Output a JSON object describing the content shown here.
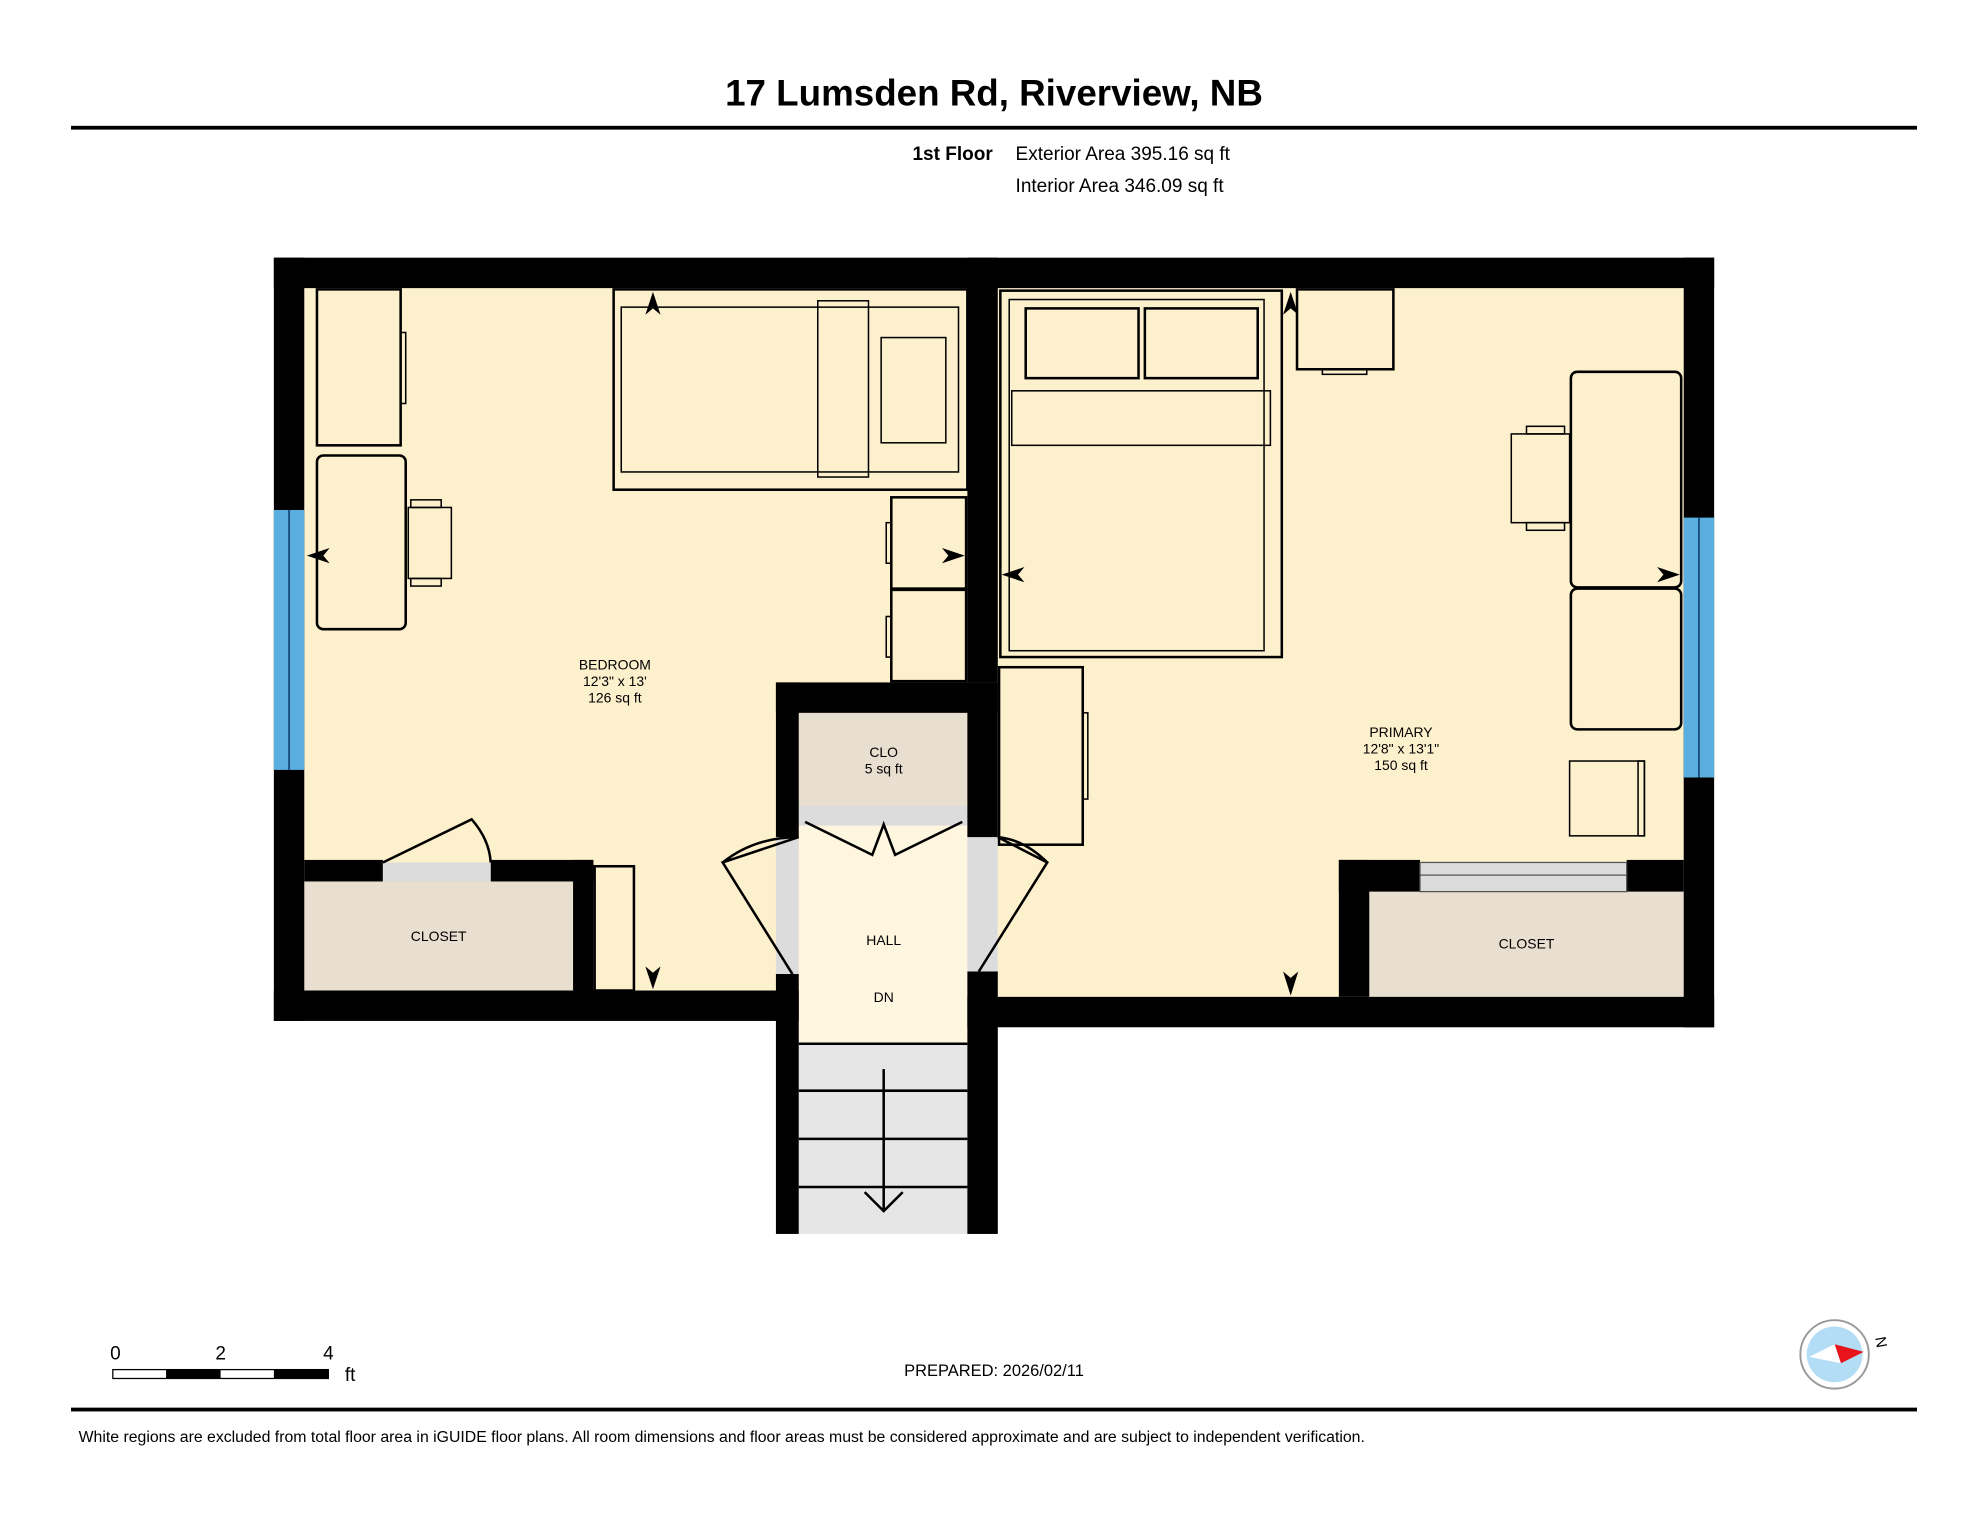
{
  "header": {
    "title": "17 Lumsden Rd, Riverview, NB",
    "floor": "1st Floor",
    "exterior_area": "Exterior Area 395.16 sq ft",
    "interior_area": "Interior Area 346.09 sq ft"
  },
  "rooms": {
    "bedroom": {
      "name": "BEDROOM",
      "dims": "12'3\" x 13'",
      "area": "126 sq ft"
    },
    "primary": {
      "name": "PRIMARY",
      "dims": "12'8\" x 13'1\"",
      "area": "150 sq ft"
    },
    "clo": {
      "name": "CLO",
      "area": "5 sq ft"
    },
    "hall": {
      "name": "HALL",
      "stairs": "DN"
    },
    "closet_left": {
      "name": "CLOSET"
    },
    "closet_right": {
      "name": "CLOSET"
    }
  },
  "colors": {
    "room_fill": "#fdf0cc",
    "closet_fill": "#e8dfd0",
    "hall_fill": "#fff6e0",
    "window": "#5aafe0",
    "wall": "#000000",
    "compass_needle": "#e8141c",
    "compass_face": "#b3dcf5"
  },
  "scale_bar": {
    "ticks": [
      "0",
      "2",
      "4"
    ],
    "unit": "ft"
  },
  "prepared": "PREPARED: 2026/02/11",
  "compass": {
    "label": "N"
  },
  "footer": {
    "disclaimer": "White regions are excluded from total floor area in iGUIDE floor plans. All room dimensions and floor areas must be considered approximate and are subject to independent verification."
  }
}
